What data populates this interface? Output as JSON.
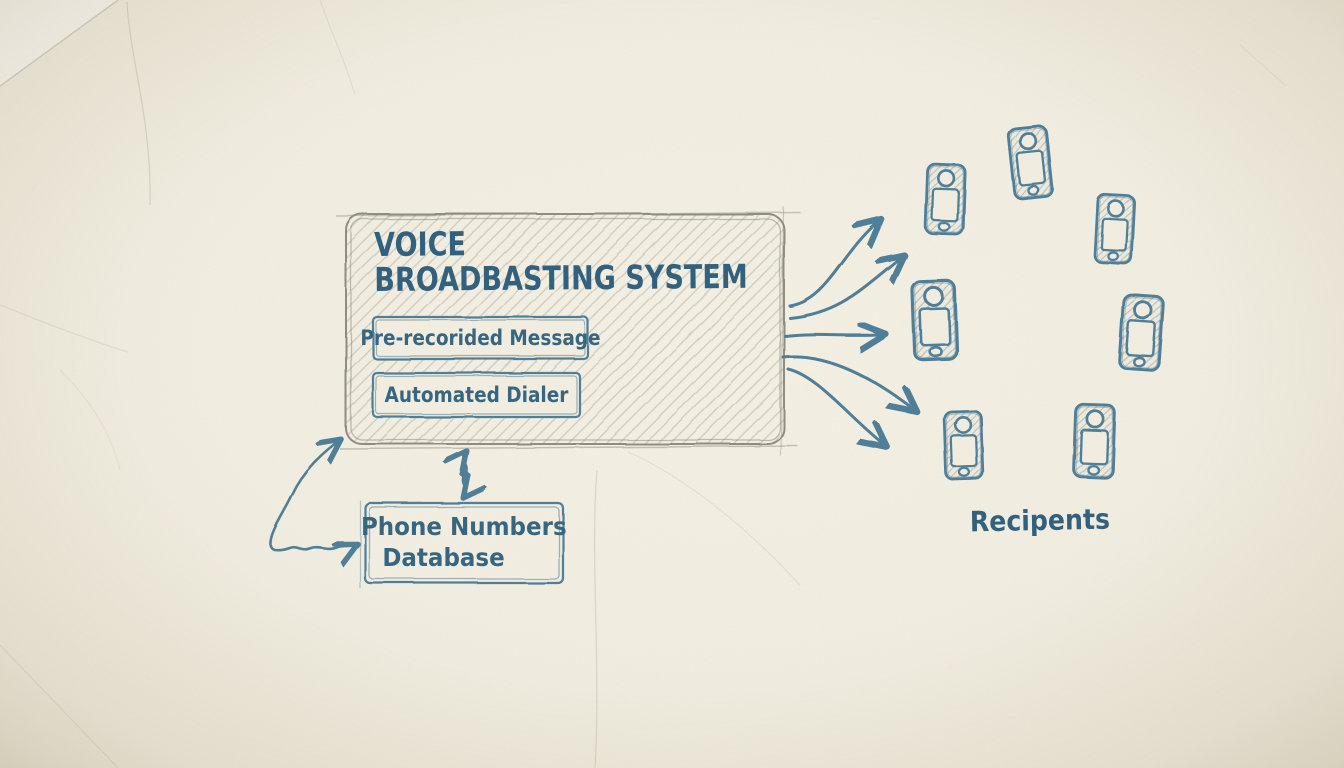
{
  "diagram": {
    "system_box": {
      "title_line_1": "VOICE",
      "title_line_2": "BROADBASTING SYSTEM",
      "components": [
        {
          "label": "Pre-recorided Message"
        },
        {
          "label": "Automated Dialer"
        }
      ]
    },
    "database_box": {
      "label_line_1": "Phone Numbers",
      "label_line_2": "Database"
    },
    "recipients": {
      "label": "Recipents",
      "phone_count": 7
    },
    "arrows": {
      "broadcast_arrow_count": 5,
      "database_link": "bidirectional",
      "input_arrow_heads": 2
    },
    "colors": {
      "ink_blue": "#4d7e99",
      "text_blue": "#2e6080",
      "pencil_gray": "#8f8d82",
      "paper": "#f3efe2"
    },
    "icons": {
      "phone-icon": "hand-drawn smartphone",
      "arrowhead-icon": "open chevron arrowhead"
    }
  }
}
